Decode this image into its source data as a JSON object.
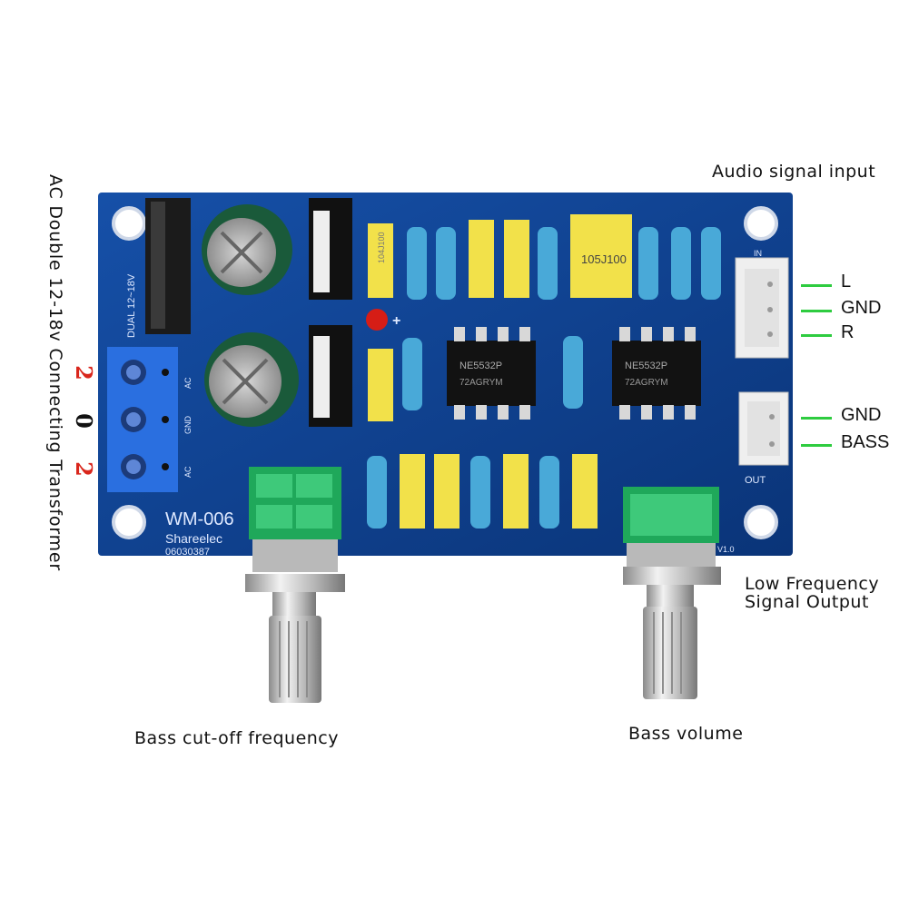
{
  "annotations": {
    "audio_input": "Audio signal input",
    "power": "AC Double 12-18v Connecting Transformer",
    "low_freq_line1": "Low Frequency",
    "low_freq_line2": "Signal Output",
    "bass_cutoff": "Bass cut-off frequency",
    "bass_volume": "Bass volume"
  },
  "input_pins": [
    "L",
    "GND",
    "R"
  ],
  "output_pins": [
    "GND",
    "BASS"
  ],
  "ac_terminal_marks": [
    "2",
    "0",
    "2"
  ],
  "board": {
    "model": "WM-006",
    "brand": "Shareelec",
    "serial": "06030387",
    "version": "V1.0",
    "voltage": "DUAL 12~18V",
    "in_label": "IN",
    "out_label": "OUT",
    "terminal_labels": [
      "AC",
      "GND",
      "AC"
    ],
    "chip_label": "NE5532P",
    "chip_code": "72AGRYM",
    "film_cap_large": "105J100",
    "film_cap_small": "104J100",
    "plus_mark": "+"
  },
  "colors": {
    "pcb": "#0d3f8c",
    "wire": "#2ecc40",
    "ac_mark": "#d9261c",
    "terminal": "#2a6fe0",
    "pot_body": "#1fa85a",
    "film_cap": "#f2e14a"
  }
}
